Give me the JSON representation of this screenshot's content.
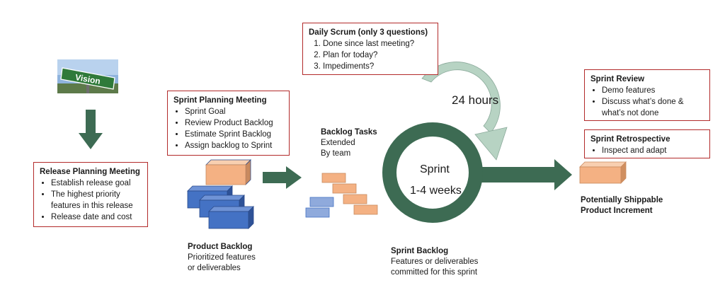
{
  "vision_sign": "Vision",
  "release_planning": {
    "title": "Release Planning Meeting",
    "items": [
      "Establish release goal",
      "The highest priority features in this release",
      "Release date and cost"
    ]
  },
  "sprint_planning": {
    "title": "Sprint Planning Meeting",
    "items": [
      "Sprint Goal",
      "Review Product Backlog",
      "Estimate Sprint Backlog",
      "Assign backlog to Sprint"
    ]
  },
  "daily_scrum": {
    "title": "Daily Scrum (only 3 questions)",
    "items": [
      "Done since last meeting?",
      "Plan for today?",
      "Impediments?"
    ]
  },
  "sprint_review": {
    "title": "Sprint Review",
    "items": [
      "Demo features",
      "Discuss what’s done & what’s not done"
    ]
  },
  "sprint_retrospective": {
    "title": "Sprint Retrospective",
    "items": [
      "Inspect and adapt"
    ]
  },
  "backlog_tasks": {
    "title": "Backlog Tasks",
    "line1": "Extended",
    "line2": "By team"
  },
  "product_backlog": {
    "title": "Product Backlog",
    "line1": "Prioritized features",
    "line2": "or deliverables"
  },
  "sprint_backlog": {
    "title": "Sprint Backlog",
    "line1": "Features or deliverables",
    "line2": "committed for this sprint"
  },
  "increment": {
    "line1": "Potentially Shippable",
    "line2": "Product Increment"
  },
  "cycle": {
    "hours": "24 hours",
    "sprint": "Sprint",
    "weeks": "1-4 weeks"
  },
  "colors": {
    "dark_green": "#3d6b53",
    "light_green": "#b7d3c3",
    "orange": "#f4b183",
    "blue": "#4472c4",
    "light_blue": "#8faadc",
    "border_red": "#b22a2a"
  }
}
